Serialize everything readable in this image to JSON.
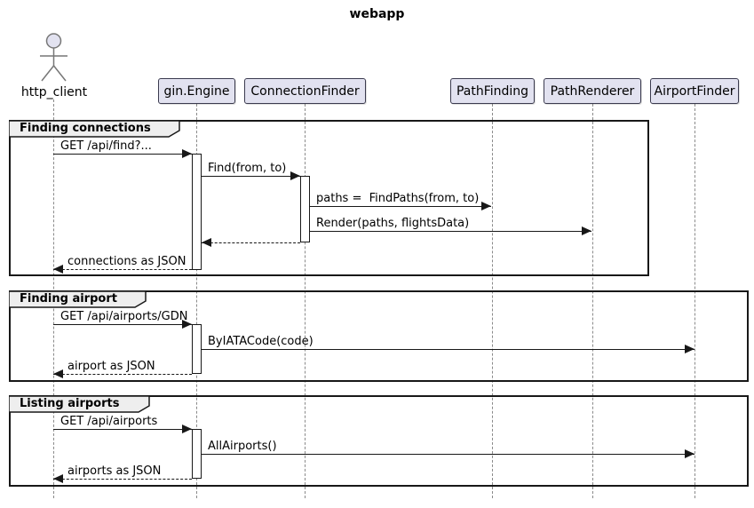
{
  "title": "webapp",
  "actor": {
    "label": "http_client"
  },
  "participants": [
    {
      "label": "gin.Engine"
    },
    {
      "label": "ConnectionFinder"
    },
    {
      "label": "PathFinding"
    },
    {
      "label": "PathRenderer"
    },
    {
      "label": "AirportFinder"
    }
  ],
  "groups": [
    {
      "label": "Finding connections",
      "messages": [
        {
          "text": "GET /api/find?...",
          "from": "http_client",
          "to": "gin.Engine",
          "style": "solid"
        },
        {
          "text": "Find(from, to)",
          "from": "gin.Engine",
          "to": "ConnectionFinder",
          "style": "solid"
        },
        {
          "text": "paths =  FindPaths(from, to)",
          "from": "ConnectionFinder",
          "to": "PathFinding",
          "style": "solid"
        },
        {
          "text": "Render(paths, flightsData)",
          "from": "ConnectionFinder",
          "to": "PathRenderer",
          "style": "solid"
        },
        {
          "text": "",
          "from": "ConnectionFinder",
          "to": "gin.Engine",
          "style": "dashed-return"
        },
        {
          "text": "connections as JSON",
          "from": "gin.Engine",
          "to": "http_client",
          "style": "dashed-return"
        }
      ]
    },
    {
      "label": "Finding airport",
      "messages": [
        {
          "text": "GET /api/airports/GDN",
          "from": "http_client",
          "to": "gin.Engine",
          "style": "solid"
        },
        {
          "text": "ByIATACode(code)",
          "from": "gin.Engine",
          "to": "AirportFinder",
          "style": "solid"
        },
        {
          "text": "airport as JSON",
          "from": "gin.Engine",
          "to": "http_client",
          "style": "dashed-return"
        }
      ]
    },
    {
      "label": "Listing airports",
      "messages": [
        {
          "text": "GET /api/airports",
          "from": "http_client",
          "to": "gin.Engine",
          "style": "solid"
        },
        {
          "text": "AllAirports()",
          "from": "gin.Engine",
          "to": "AirportFinder",
          "style": "solid"
        },
        {
          "text": "airports as JSON",
          "from": "gin.Engine",
          "to": "http_client",
          "style": "dashed-return"
        }
      ]
    }
  ],
  "colors": {
    "participant_fill": "#E2E2F0",
    "participant_border": "#3B3B4F",
    "frame_border": "#181818",
    "group_header_fill": "#EEEEEE",
    "message_line": "#181818",
    "lifeline": "#8A8A8A",
    "activation_fill": "#FFFFFF",
    "actor_stroke": "#777777"
  }
}
